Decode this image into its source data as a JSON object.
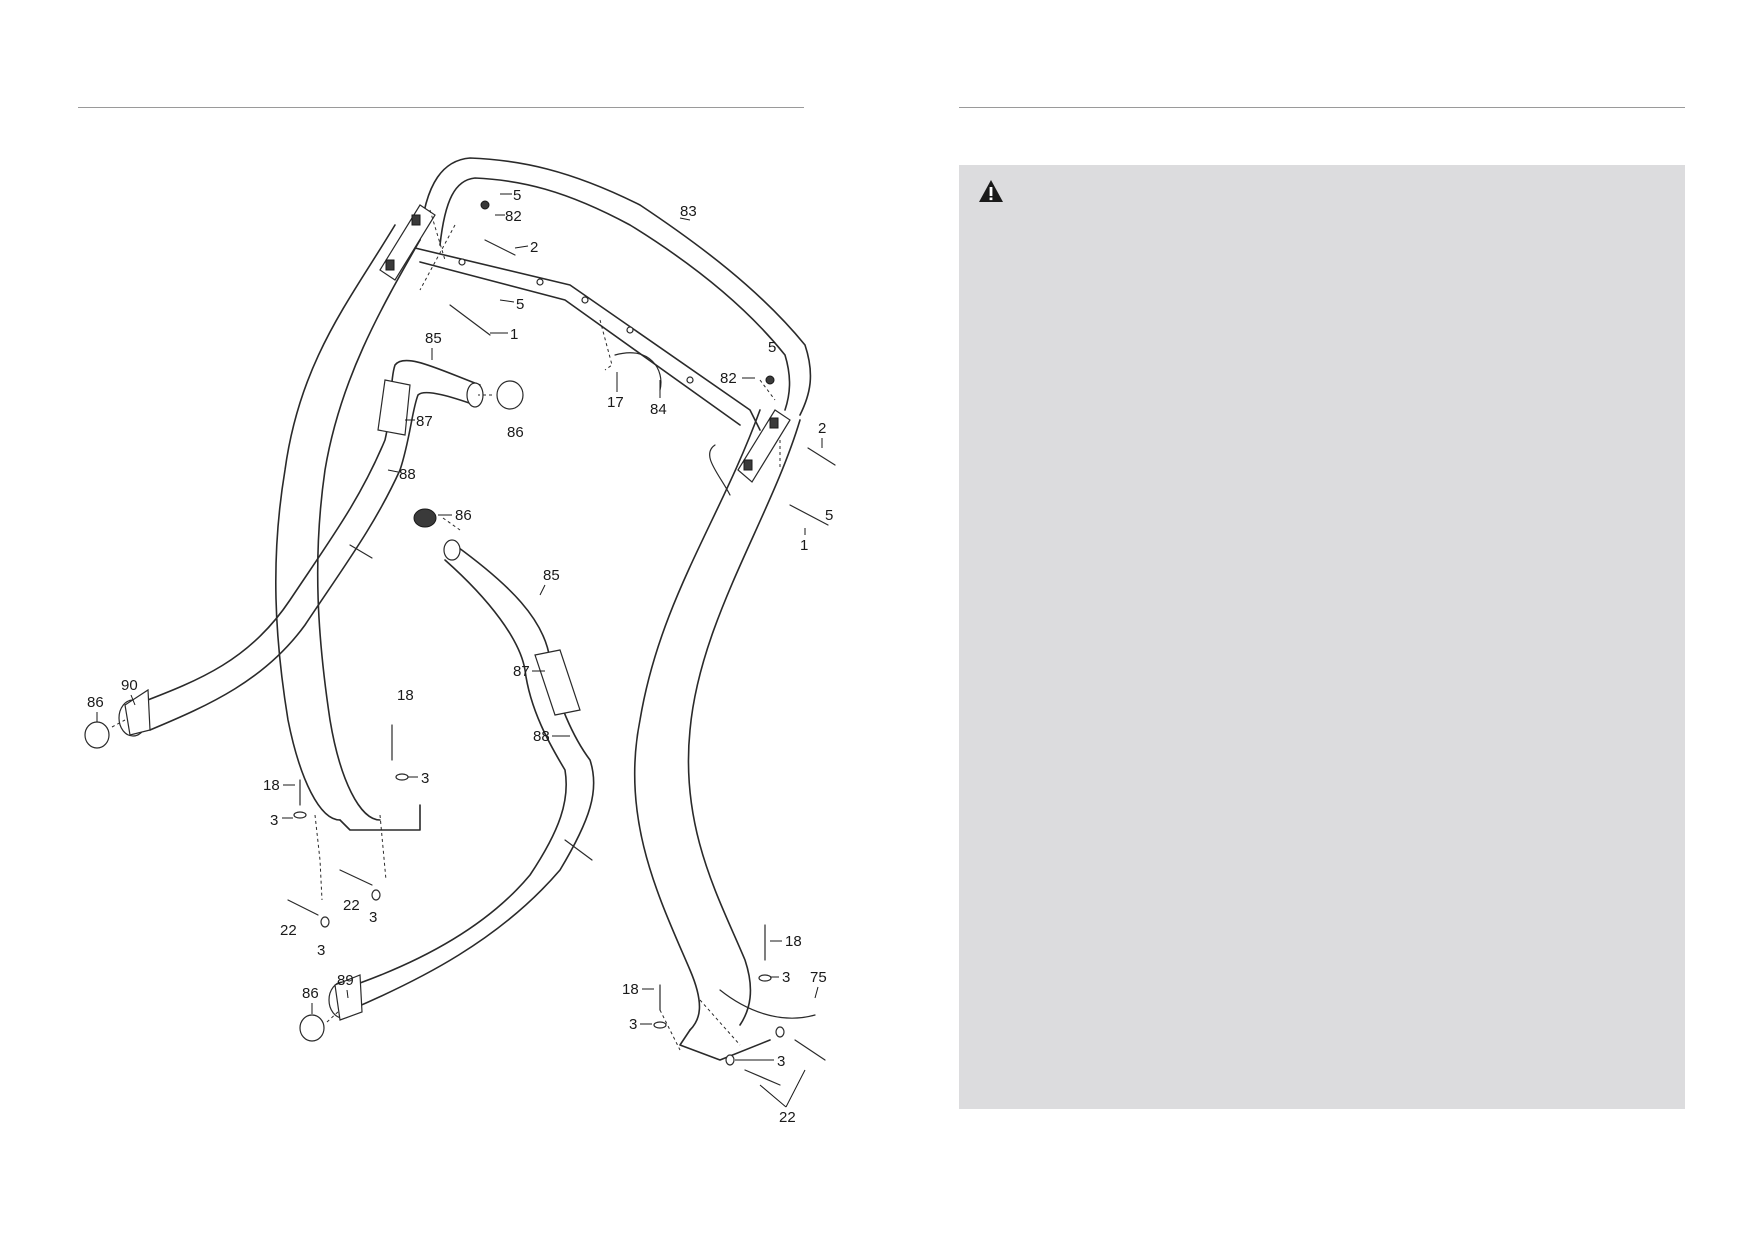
{
  "diagram": {
    "callouts": {
      "c83": "83",
      "c5a": "5",
      "c82a": "82",
      "c2a": "2",
      "c5b": "5",
      "c1a": "1",
      "c85a": "85",
      "c86a": "86",
      "c87a": "87",
      "c88a": "88",
      "c17": "17",
      "c84": "84",
      "c5c": "5",
      "c82b": "82",
      "c2b": "2",
      "c5d": "5",
      "c1b": "1",
      "c86b": "86",
      "c85b": "85",
      "c87b": "87",
      "c88b": "88",
      "c90": "90",
      "c86c": "86",
      "c18a": "18",
      "c3a": "3",
      "c18b": "18",
      "c3b": "3",
      "c22a": "22",
      "c3c": "3",
      "c22b": "22",
      "c3d": "3",
      "c89": "89",
      "c86d": "86",
      "c18c": "18",
      "c3e": "3",
      "c75": "75",
      "c18d": "18",
      "c3f": "3",
      "c3g": "3",
      "c22c": "22"
    }
  },
  "warning_panel": {
    "icon": "warning-triangle-icon",
    "background": "#dcdcde"
  }
}
